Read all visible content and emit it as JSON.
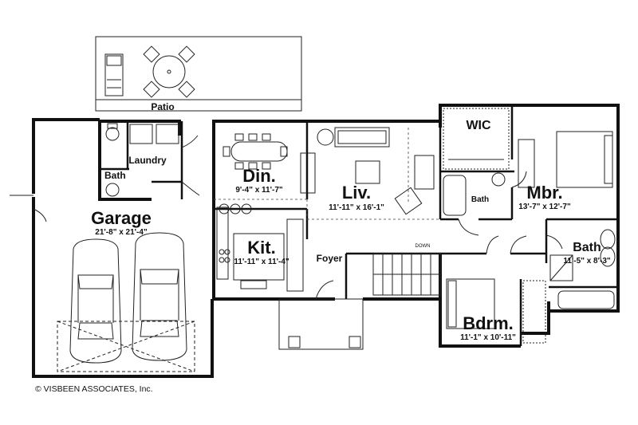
{
  "plan": {
    "rooms": {
      "patio": {
        "name": "Patio"
      },
      "garage": {
        "name": "Garage",
        "size": "21'-8\" x 21'-4\""
      },
      "laundry": {
        "name": "Laundry"
      },
      "bath1": {
        "name": "Bath"
      },
      "din": {
        "name": "Din.",
        "size": "9'-4\" x 11'-7\""
      },
      "liv": {
        "name": "Liv.",
        "size": "11'-11\" x 16'-1\""
      },
      "kit": {
        "name": "Kit.",
        "size": "11'-11\" x 11'-4\""
      },
      "foyer": {
        "name": "Foyer"
      },
      "wic": {
        "name": "WIC"
      },
      "bath2": {
        "name": "Bath"
      },
      "mbr": {
        "name": "Mbr.",
        "size": "13'-7\" x 12'-7\""
      },
      "bath3": {
        "name": "Bath",
        "size": "11'-5\" x 8'-3\""
      },
      "bdrm": {
        "name": "Bdrm.",
        "size": "11'-1\" x 10'-11\""
      }
    },
    "stair_label": "DOWN",
    "copyright": "© VISBEEN ASSOCIATES, Inc."
  }
}
